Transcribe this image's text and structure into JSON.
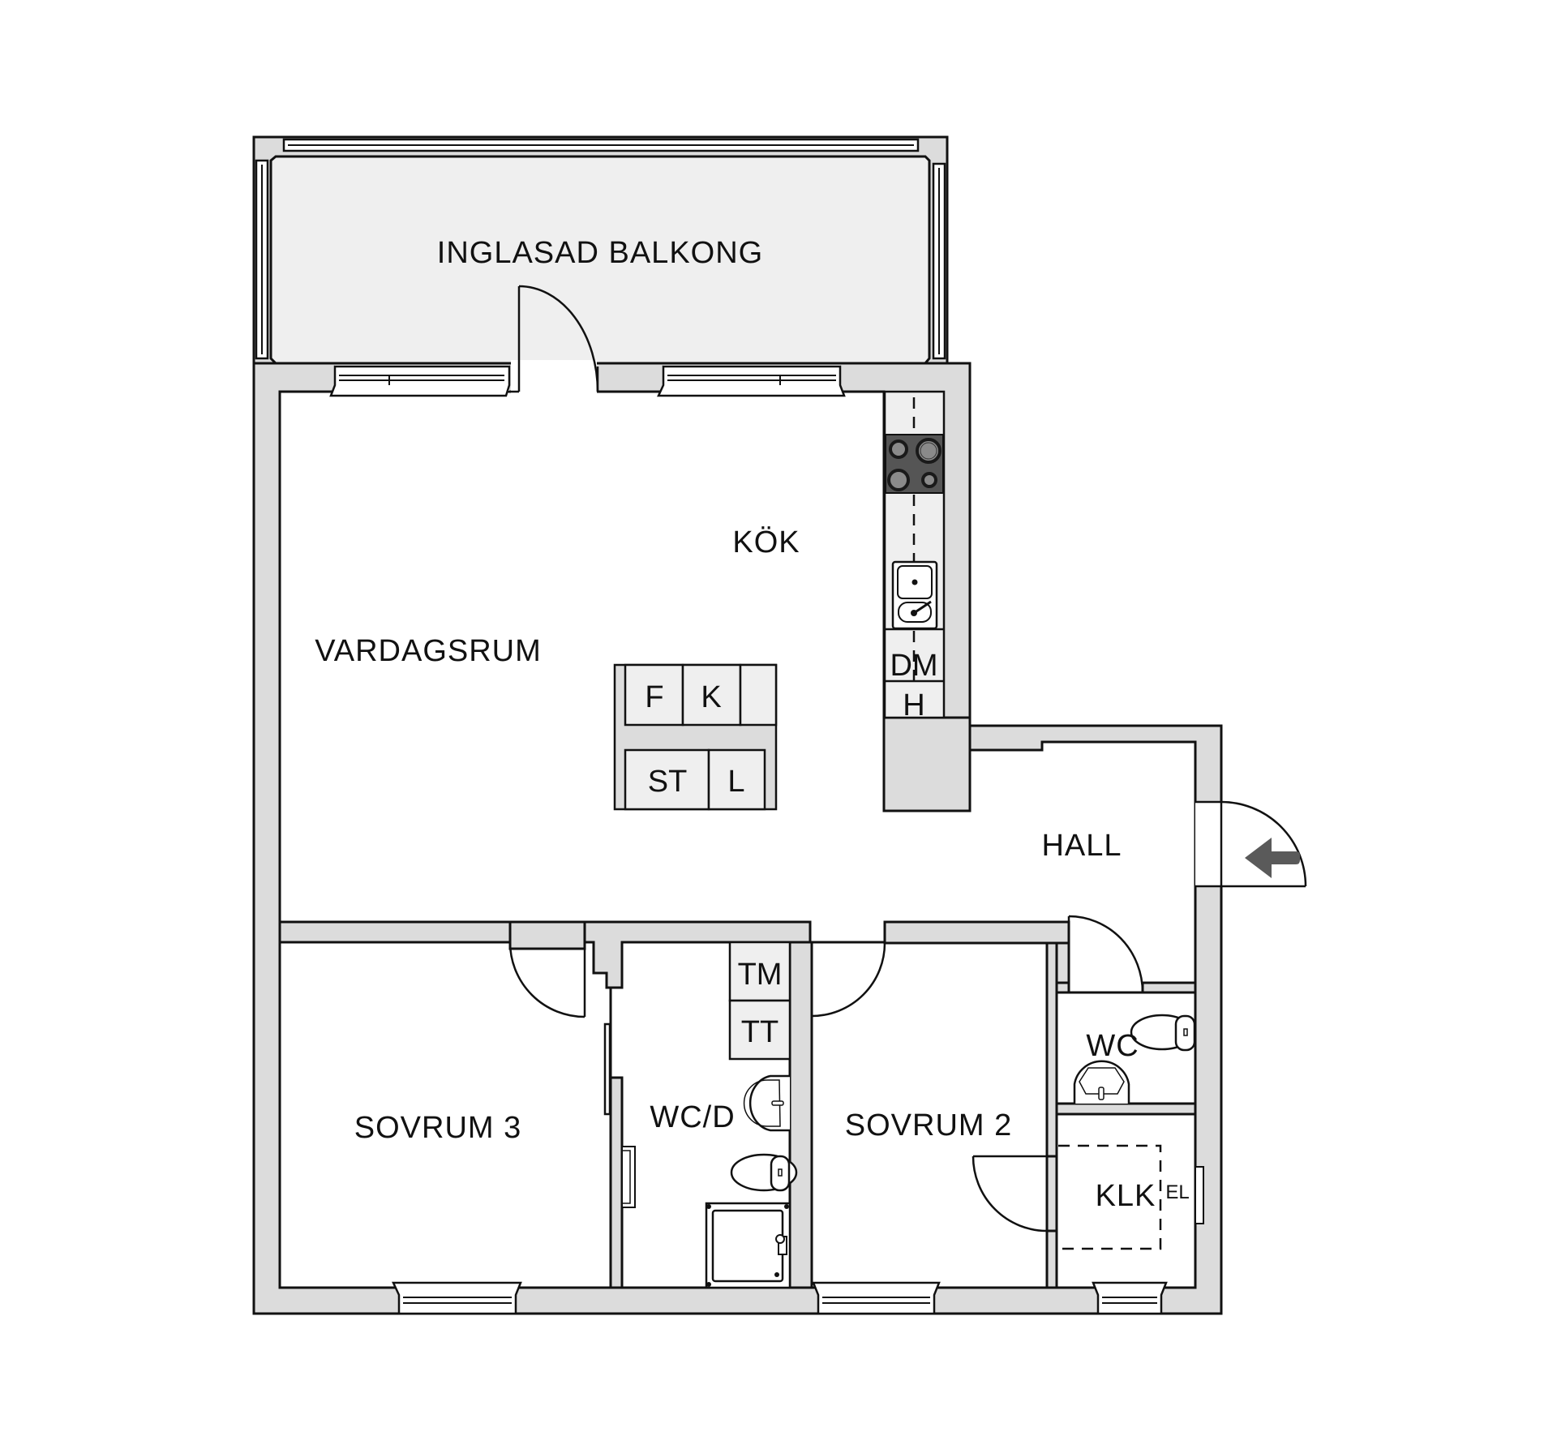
{
  "plan": {
    "type": "apartment-floor-plan",
    "colors": {
      "wall": "#dcdcdc",
      "floor": "#ffffff",
      "balcony_floor": "#efefef",
      "fixture": "#efefef",
      "stove": "#555555",
      "entry_arrow": "#5a5a5a",
      "line": "#111111"
    }
  },
  "rooms": {
    "balcony": "INGLASAD BALKONG",
    "kitchen": "KÖK",
    "living": "VARDAGSRUM",
    "hall": "HALL",
    "bedroom3": "SOVRUM 3",
    "bathroom": "WC/D",
    "bedroom2": "SOVRUM 2",
    "wc": "WC",
    "closet": "KLK"
  },
  "fixtures": {
    "fridge": "F",
    "freezer": "K",
    "wardrobe_st": "ST",
    "wardrobe_l": "L",
    "dishwasher": "DM",
    "cabinet_h": "H",
    "washer": "TM",
    "dryer": "TT",
    "electric_panel": "EL"
  }
}
